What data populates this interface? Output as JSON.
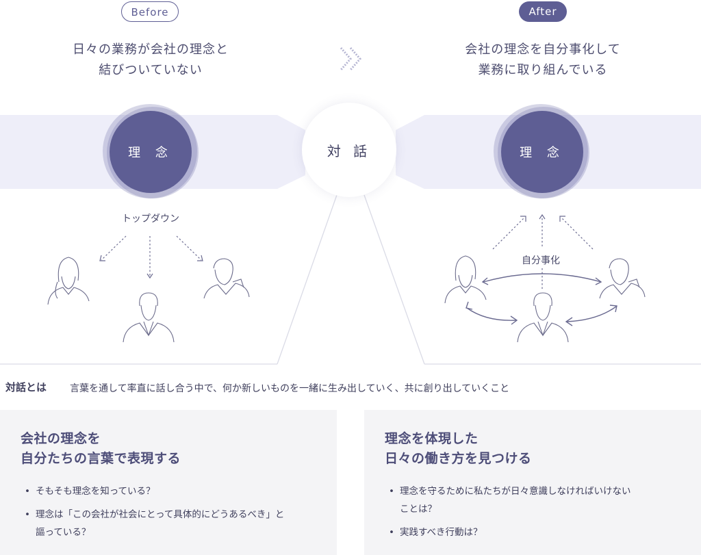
{
  "before": {
    "badge": "Before",
    "headline": "日々の業務が会社の理念と\n結びついていない",
    "center_label": "理 念",
    "flow_label": "トップダウン"
  },
  "after": {
    "badge": "After",
    "headline": "会社の理念を自分事化して\n業務に取り組んでいる",
    "center_label": "理 念",
    "flow_label": "自分事化"
  },
  "dialogue": {
    "label": "対 話"
  },
  "definition": {
    "term": "対話とは",
    "text": "言葉を通して率直に話し合う中で、何か新しいものを一緒に生み出していく、共に創り出していくこと"
  },
  "panels": [
    {
      "title": "会社の理念を\n自分たちの言葉で表現する",
      "bullets": [
        "そもそも理念を知っている？",
        "理念は「この会社が社会にとって具体的にどうあるべき」と\n謳っている？"
      ]
    },
    {
      "title": "理念を体現した\n日々の働き方を見つける",
      "bullets": [
        "理念を守るために私たちが日々意識しなければいけない\nことは？",
        "実践すべき行動は？"
      ]
    }
  ],
  "colors": {
    "accent": "#5e5e94",
    "band": "#eeeef9",
    "panel": "#f4f4f6"
  },
  "icons": [
    "chevron-double-right-icon",
    "person-woman-icon",
    "person-man-icon",
    "person-man-suit-icon"
  ]
}
